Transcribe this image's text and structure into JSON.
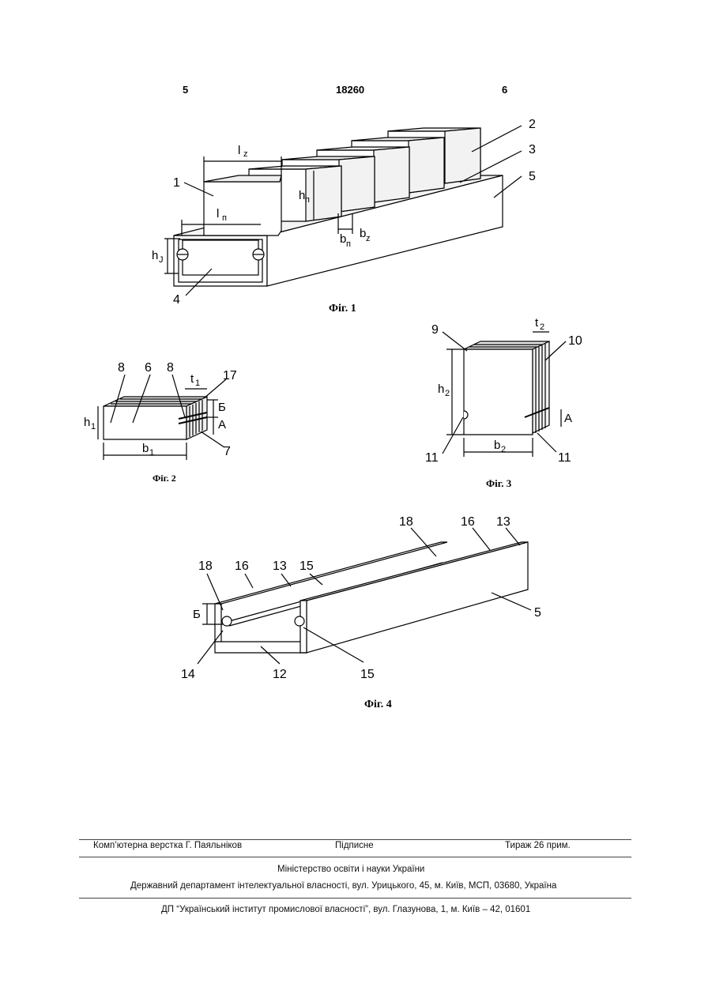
{
  "header": {
    "page_left": "5",
    "patent_no": "18260",
    "page_right": "6"
  },
  "figures": {
    "fig1": {
      "caption": "Фіг. 1",
      "labels": [
        "1",
        "2",
        "3",
        "4",
        "5"
      ],
      "dims": {
        "lz": "l",
        "lz_sub": "z",
        "ln": "l",
        "ln_sub": "п",
        "hn": "h",
        "hn_sub": "п",
        "bn": "b",
        "bn_sub": "п",
        "bz": "b",
        "bz_sub": "z",
        "hj": "h",
        "hj_sub": "J"
      }
    },
    "fig2": {
      "caption": "Фіг. 2",
      "labels": [
        "8",
        "6",
        "8",
        "17",
        "7"
      ],
      "dims": {
        "t1": "t",
        "t1_sub": "1",
        "h1": "h",
        "h1_sub": "1",
        "b1": "b",
        "b1_sub": "1",
        "A": "А",
        "B": "Б"
      }
    },
    "fig3": {
      "caption": "Фіг. 3",
      "labels": [
        "9",
        "10",
        "11",
        "11"
      ],
      "dims": {
        "t2": "t",
        "t2_sub": "2",
        "h2": "h",
        "h2_sub": "2",
        "b2": "b",
        "b2_sub": "2",
        "A": "А"
      }
    },
    "fig4": {
      "caption": "Фіг. 4",
      "labels": [
        "18",
        "16",
        "13",
        "18",
        "16",
        "13",
        "15",
        "5",
        "14",
        "12",
        "15"
      ],
      "dims": {
        "B": "Б"
      }
    }
  },
  "footer": {
    "typesetter": "Комп’ютерна верстка Г. Паяльніков",
    "signed": "Підписне",
    "circulation": "Тираж 26 прим.",
    "ministry": "Міністерство освіти і науки України",
    "department": "Державний департамент інтелектуальної власності, вул. Урицького, 45, м. Київ, МСП, 03680, Україна",
    "institute": "ДП “Український інститут промислової власності”, вул. Глазунова, 1, м. Київ – 42, 01601"
  }
}
